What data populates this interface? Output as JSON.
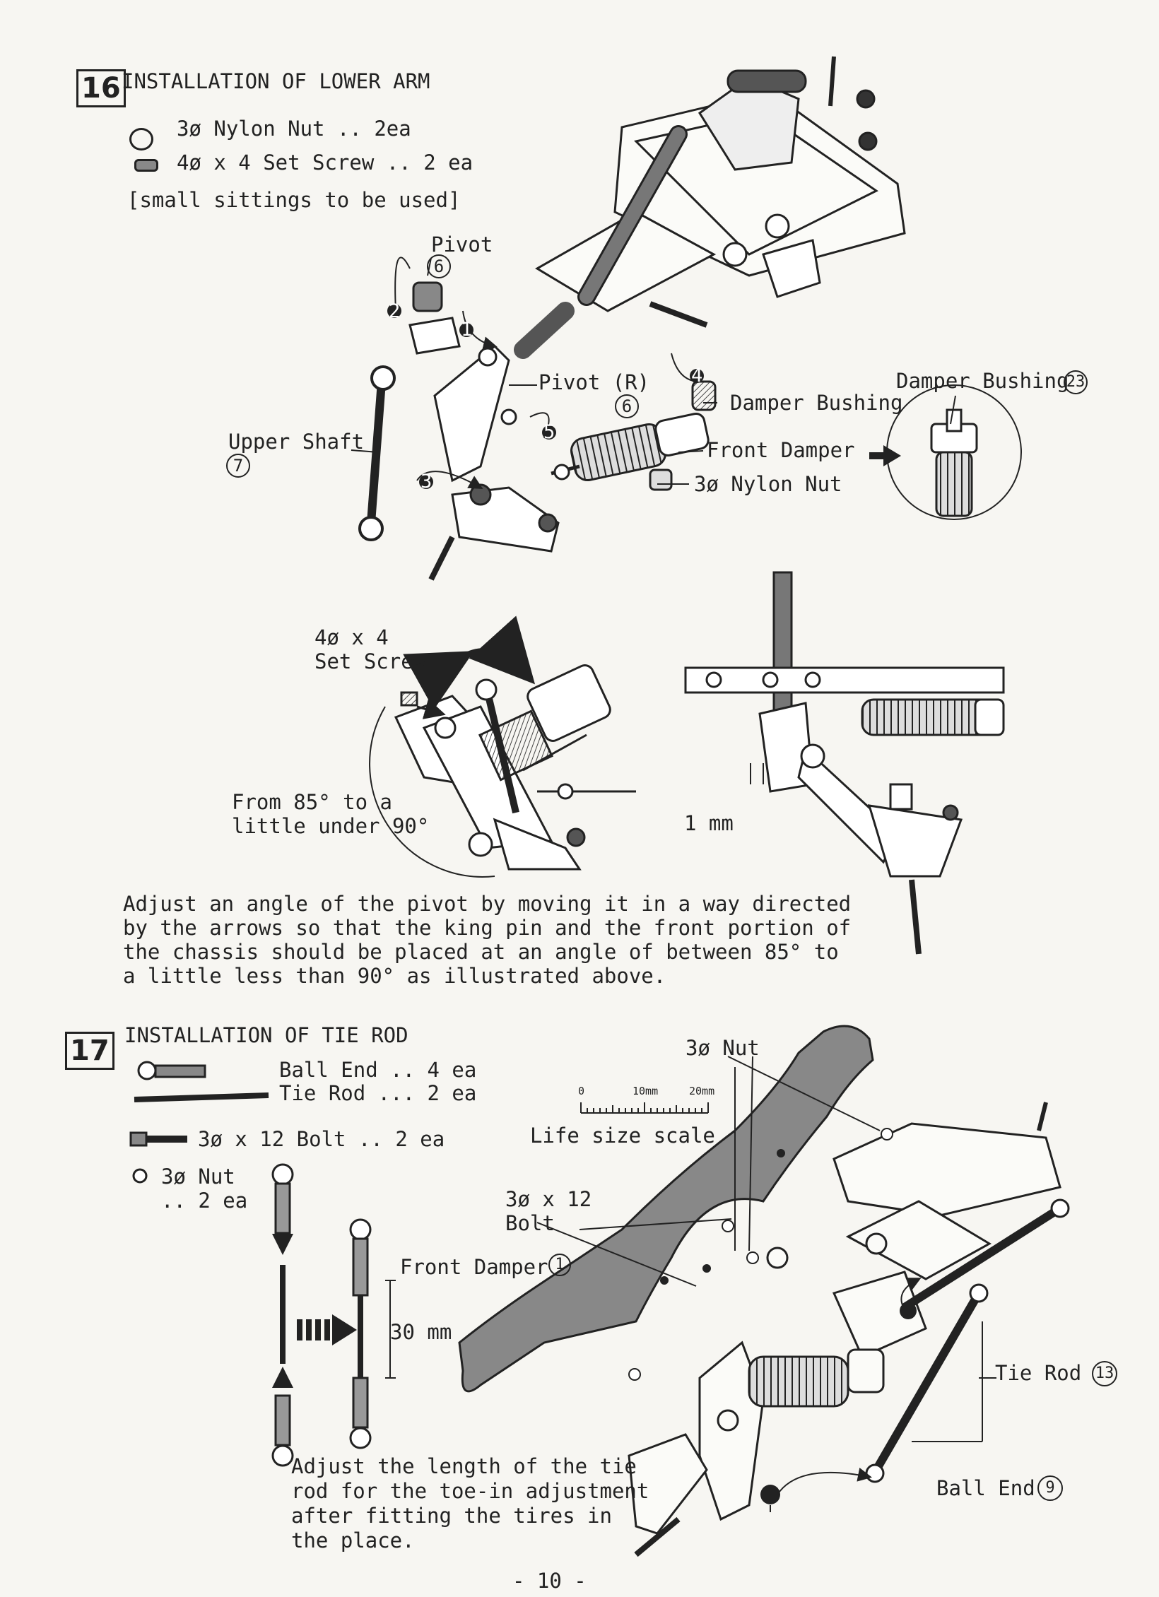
{
  "section16": {
    "number": "16",
    "title": "INSTALLATION OF LOWER ARM",
    "parts": [
      "3ø Nylon Nut .. 2ea",
      "4ø x 4 Set Screw .. 2 ea"
    ],
    "note": "[small sittings to be used]",
    "labels": {
      "pivot": "Pivot",
      "pivot_num": "6",
      "pivot_r": "Pivot (R)",
      "pivot_r_num": "6",
      "upper_shaft": "Upper Shaft",
      "upper_shaft_num": "7",
      "damper_bushing": "Damper Bushing",
      "damper_bushing_23": "Damper Bushing",
      "damper_bushing_23_num": "23",
      "front_damper": "Front Damper",
      "nylon_nut": "3ø Nylon Nut",
      "step_nums": [
        "1",
        "2",
        "3",
        "4",
        "5"
      ]
    },
    "detail": {
      "set_screw": "4ø x 4\nSet Screw",
      "angle": "From 85° to a\nlittle under 90°",
      "gap": "1 mm"
    },
    "paragraph": "Adjust an angle of the pivot by moving it in a way directed\nby the arrows so that the king pin and the front portion of\nthe chassis should be placed at an angle of between 85° to\na little less than 90° as illustrated above."
  },
  "section17": {
    "number": "17",
    "title": "INSTALLATION OF TIE ROD",
    "parts": [
      "Ball End .. 4 ea",
      "Tie Rod ... 2 ea",
      "3ø x 12 Bolt .. 2 ea",
      "3ø Nut\n.. 2 ea"
    ],
    "scale": {
      "label": "Life size scale",
      "t0": "0",
      "t10": "10mm",
      "t20": "20mm"
    },
    "labels": {
      "nut": "3ø Nut",
      "bolt": "3ø x 12\nBolt",
      "front_damper": "Front Damper",
      "front_damper_num": "1",
      "length": "30 mm",
      "tie_rod": "Tie Rod",
      "tie_rod_num": "13",
      "ball_end": "Ball End",
      "ball_end_num": "9"
    },
    "paragraph": "Adjust the length of the tie\nrod for the toe-in adjustment\nafter fitting the tires in\nthe place."
  },
  "footer": {
    "page": "- 10 -"
  }
}
